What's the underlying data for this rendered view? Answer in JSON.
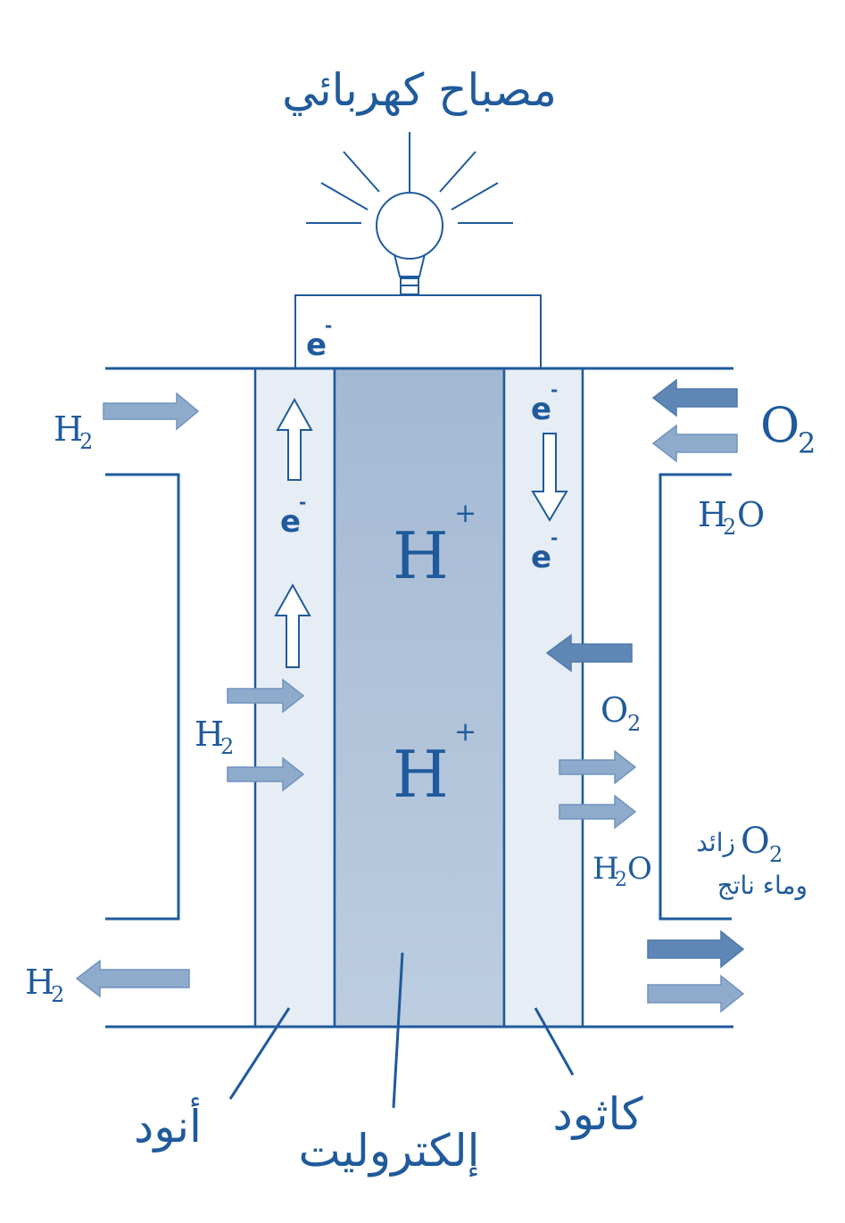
{
  "title": "مصباح كهربائي",
  "colors": {
    "line": "#1f5a9c",
    "text": "#1f5a9c",
    "electrode": "#e6edf5",
    "electrolyte": "#a7bdd6",
    "arrow_dark": "#5f87b6",
    "arrow_light": "#8fabcc"
  },
  "labels": {
    "electron": "e",
    "electron_charge": "-",
    "proton": "H",
    "proton_charge": "+",
    "h2": "H",
    "h2_sub": "2",
    "o2": "O",
    "o2_sub": "2",
    "h2o_h": "H",
    "h2o_sub": "2",
    "h2o_o": "O",
    "excess_o2_line1": "زائد",
    "excess_o2_line2": "وماء ناتج",
    "anode": "أنود",
    "electrolyte": "إلكتروليت",
    "cathode": "كاثود"
  }
}
